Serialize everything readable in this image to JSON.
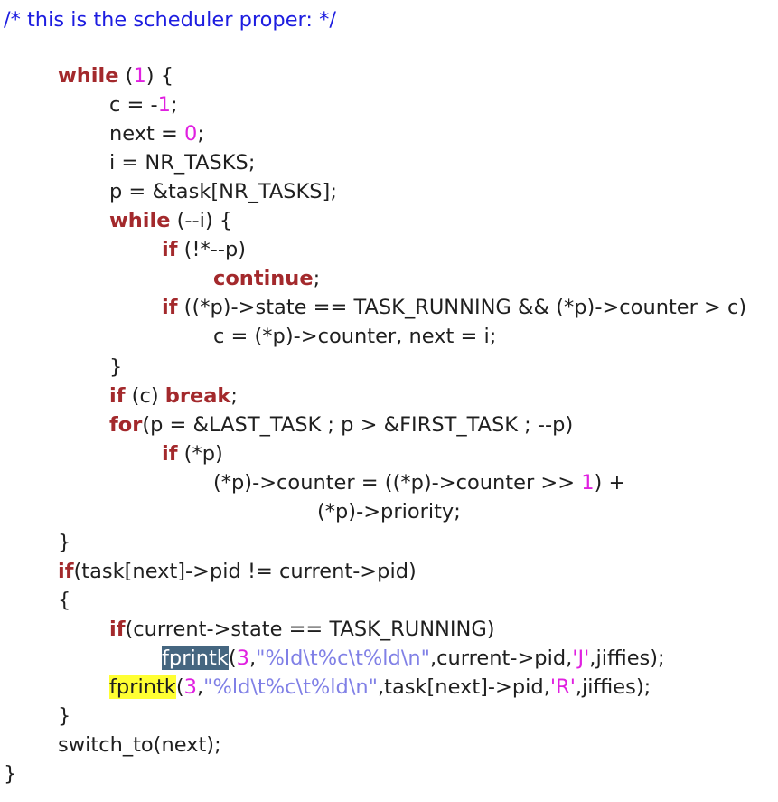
{
  "lines": [
    {
      "indent": 0,
      "segments": [
        {
          "text": "/* this is the scheduler proper: */",
          "cls": "cm"
        }
      ]
    },
    {
      "indent": 60,
      "segments": [
        {
          "text": "while",
          "cls": "kw"
        },
        {
          "text": " ("
        },
        {
          "text": "1",
          "cls": "num"
        },
        {
          "text": ") {"
        }
      ]
    },
    {
      "indent": 117,
      "segments": [
        {
          "text": "c = -"
        },
        {
          "text": "1",
          "cls": "num"
        },
        {
          "text": ";"
        }
      ]
    },
    {
      "indent": 117,
      "segments": [
        {
          "text": "next = "
        },
        {
          "text": "0",
          "cls": "num"
        },
        {
          "text": ";"
        }
      ]
    },
    {
      "indent": 117,
      "segments": [
        {
          "text": "i = NR_TASKS;"
        }
      ]
    },
    {
      "indent": 117,
      "segments": [
        {
          "text": "p = &task[NR_TASKS];"
        }
      ]
    },
    {
      "indent": 117,
      "segments": [
        {
          "text": "while",
          "cls": "kw"
        },
        {
          "text": " (--i) {"
        }
      ]
    },
    {
      "indent": 175,
      "segments": [
        {
          "text": "if",
          "cls": "kw"
        },
        {
          "text": " (!*--p)"
        }
      ]
    },
    {
      "indent": 232,
      "segments": [
        {
          "text": "continue",
          "cls": "kw"
        },
        {
          "text": ";"
        }
      ]
    },
    {
      "indent": 175,
      "segments": [
        {
          "text": "if",
          "cls": "kw"
        },
        {
          "text": " ((*p)->state == TASK_RUNNING && (*p)->counter > c)"
        }
      ]
    },
    {
      "indent": 232,
      "segments": [
        {
          "text": "c = (*p)->counter, next = i;"
        }
      ]
    },
    {
      "indent": 117,
      "segments": [
        {
          "text": "}"
        }
      ]
    },
    {
      "indent": 117,
      "segments": [
        {
          "text": "if",
          "cls": "kw"
        },
        {
          "text": " (c) "
        },
        {
          "text": "break",
          "cls": "kw"
        },
        {
          "text": ";"
        }
      ]
    },
    {
      "indent": 117,
      "segments": [
        {
          "text": "for",
          "cls": "kw"
        },
        {
          "text": "(p = &LAST_TASK ; p > &FIRST_TASK ; --p)"
        }
      ]
    },
    {
      "indent": 175,
      "segments": [
        {
          "text": "if",
          "cls": "kw"
        },
        {
          "text": " (*p)"
        }
      ]
    },
    {
      "indent": 232,
      "segments": [
        {
          "text": "(*p)->counter = ((*p)->counter >> "
        },
        {
          "text": "1",
          "cls": "num"
        },
        {
          "text": ") +"
        }
      ]
    },
    {
      "indent": 347,
      "segments": [
        {
          "text": "(*p)->priority;"
        }
      ]
    },
    {
      "indent": 60,
      "segments": [
        {
          "text": "}"
        }
      ]
    },
    {
      "indent": 60,
      "segments": [
        {
          "text": "if",
          "cls": "kw"
        },
        {
          "text": "(task[next]->pid != current->pid)"
        }
      ]
    },
    {
      "indent": 60,
      "segments": [
        {
          "text": "{"
        }
      ]
    },
    {
      "indent": 117,
      "segments": [
        {
          "text": "if",
          "cls": "kw"
        },
        {
          "text": "(current->state == TASK_RUNNING)"
        }
      ]
    },
    {
      "indent": 175,
      "segments": [
        {
          "text": "fprintk",
          "cls": "sel"
        },
        {
          "text": "("
        },
        {
          "text": "3",
          "cls": "num"
        },
        {
          "text": ","
        },
        {
          "text": "\"%ld\\t%c\\t%ld\\n\"",
          "cls": "str"
        },
        {
          "text": ",current->pid,"
        },
        {
          "text": "'J'",
          "cls": "num"
        },
        {
          "text": ",jiffies);"
        }
      ]
    },
    {
      "indent": 117,
      "segments": [
        {
          "text": "fprintk",
          "cls": "hl"
        },
        {
          "text": "("
        },
        {
          "text": "3",
          "cls": "num"
        },
        {
          "text": ","
        },
        {
          "text": "\"%ld\\t%c\\t%ld\\n\"",
          "cls": "str"
        },
        {
          "text": ",task[next]->pid,"
        },
        {
          "text": "'R'",
          "cls": "num"
        },
        {
          "text": ",jiffies);"
        }
      ]
    },
    {
      "indent": 60,
      "segments": [
        {
          "text": "}"
        }
      ]
    },
    {
      "indent": 60,
      "segments": [
        {
          "text": "switch_to(next);"
        }
      ]
    },
    {
      "indent": 0,
      "segments": [
        {
          "text": "}"
        }
      ]
    }
  ]
}
